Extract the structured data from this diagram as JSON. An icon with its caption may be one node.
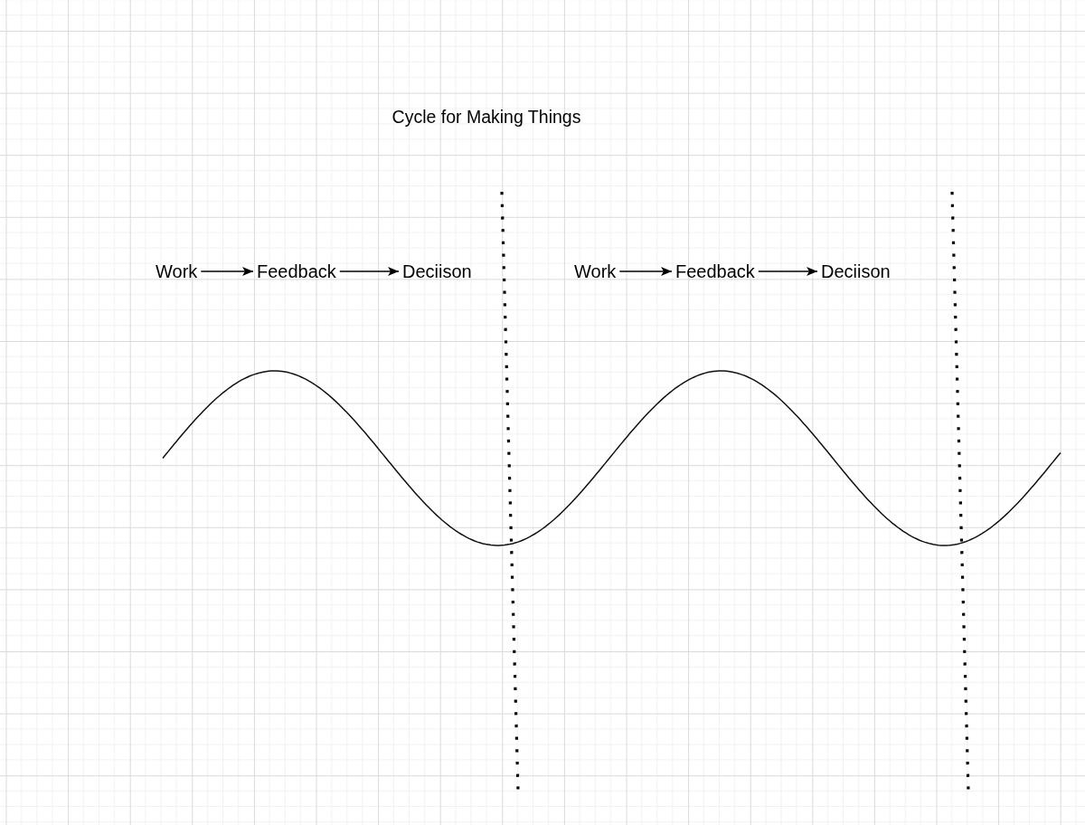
{
  "diagram": {
    "title": "Cycle for Making Things",
    "nodes": [
      {
        "text": [
          "Work"
        ]
      },
      {
        "text": [
          "Feedback"
        ]
      },
      {
        "text": [
          "Deciison"
        ]
      },
      {
        "text": [
          "Work"
        ]
      },
      {
        "text": [
          "Feedback"
        ]
      },
      {
        "text": [
          "Deciison"
        ]
      }
    ],
    "edges": [
      {
        "from": 0,
        "to": 1,
        "arrow": "to"
      },
      {
        "from": 1,
        "to": 2,
        "arrow": "to"
      },
      {
        "from": 3,
        "to": 4,
        "arrow": "to"
      },
      {
        "from": 4,
        "to": 5,
        "arrow": "to"
      }
    ]
  }
}
